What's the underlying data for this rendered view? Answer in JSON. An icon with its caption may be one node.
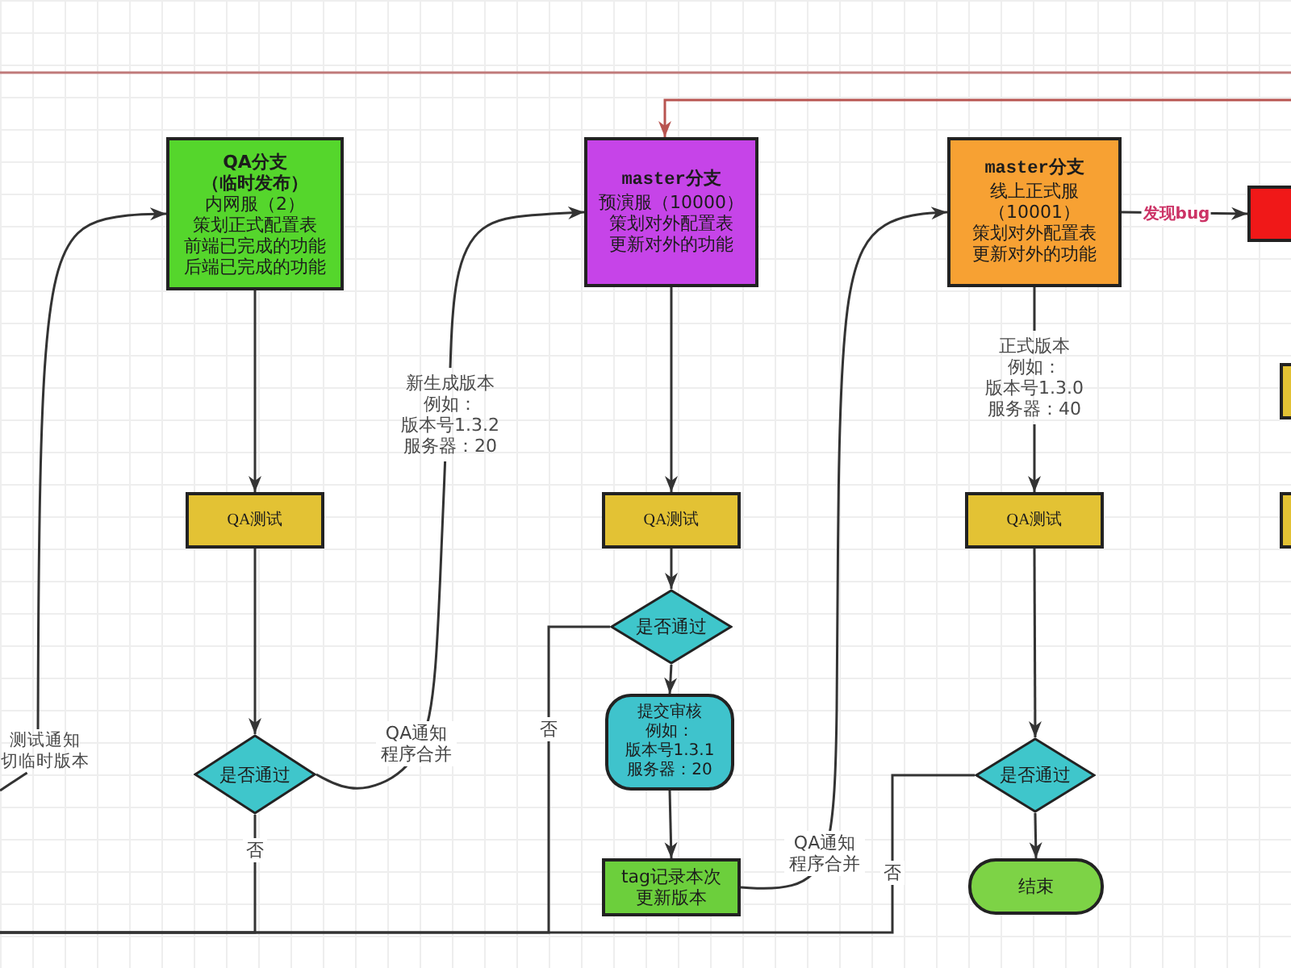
{
  "diagram": {
    "nodes": [
      {
        "text": [
          "QA分支",
          "（临时发布）",
          "内网服（2）",
          "策划正式配置表",
          "前端已完成的功能",
          "后端已完成的功能"
        ]
      },
      {
        "text": [
          "master分支",
          "预演服（10000）",
          "策划对外配置表",
          "更新对外的功能"
        ]
      },
      {
        "text": [
          "master分支",
          "线上正式服",
          "（10001）",
          "策划对外配置表",
          "更新对外的功能"
        ]
      },
      {
        "text": [],
        "shape": "box"
      },
      {
        "text": [
          "测试通知",
          "切临时版本"
        ]
      },
      {
        "text": [
          "QA测试"
        ]
      },
      {
        "text": [
          "是否通过"
        ]
      },
      {
        "text": [
          "新生成版本",
          "例如：",
          "版本号1.3.2",
          "服务器：20"
        ]
      },
      {
        "text": [
          "QA测试"
        ]
      },
      {
        "text": [
          "是否通过"
        ]
      },
      {
        "text": [
          "提交审核",
          "例如：",
          "版本号1.3.1",
          "服务器：20"
        ]
      },
      {
        "text": [
          "tag记录本次更新版本"
        ]
      },
      {
        "text": [
          "正式版本",
          "例如：",
          "版本号1.3.0",
          "服务器：40"
        ]
      },
      {
        "text": [
          "QA测试"
        ]
      },
      {
        "text": [
          "是否通过"
        ]
      },
      {
        "text": [
          "结束"
        ]
      },
      {
        "text": [],
        "shape": "box"
      },
      {
        "text": [],
        "shape": "box"
      }
    ],
    "edges": [
      {
        "from": null,
        "to": 4,
        "arrow": "none"
      },
      {
        "from": 4,
        "to": 0,
        "arrow": "to"
      },
      {
        "from": 0,
        "to": 5,
        "arrow": "to"
      },
      {
        "from": 5,
        "to": 6,
        "arrow": "to"
      },
      {
        "from": 6,
        "to": null,
        "arrow": "none",
        "label": "否"
      },
      {
        "from": 6,
        "to": 7,
        "arrow": "none",
        "label": "QA通知程序合并"
      },
      {
        "from": 7,
        "to": 1,
        "arrow": "to"
      },
      {
        "from": 1,
        "to": 8,
        "arrow": "to"
      },
      {
        "from": 8,
        "to": 9,
        "arrow": "to"
      },
      {
        "from": 9,
        "to": 10,
        "arrow": "to"
      },
      {
        "from": 9,
        "to": null,
        "arrow": "none",
        "label": "否"
      },
      {
        "from": 10,
        "to": 11,
        "arrow": "to"
      },
      {
        "from": 11,
        "to": 2,
        "arrow": "to",
        "label": "QA通知程序合并"
      },
      {
        "from": 2,
        "to": 12,
        "arrow": "none"
      },
      {
        "from": 12,
        "to": 13,
        "arrow": "to"
      },
      {
        "from": 13,
        "to": 14,
        "arrow": "to"
      },
      {
        "from": 14,
        "to": 15,
        "arrow": "to"
      },
      {
        "from": 14,
        "to": null,
        "arrow": "none",
        "label": "否"
      },
      {
        "from": 2,
        "to": 3,
        "arrow": "to",
        "label": "发现bug"
      },
      {
        "from": null,
        "to": 1,
        "arrow": "to",
        "color": "#b85450"
      }
    ]
  }
}
